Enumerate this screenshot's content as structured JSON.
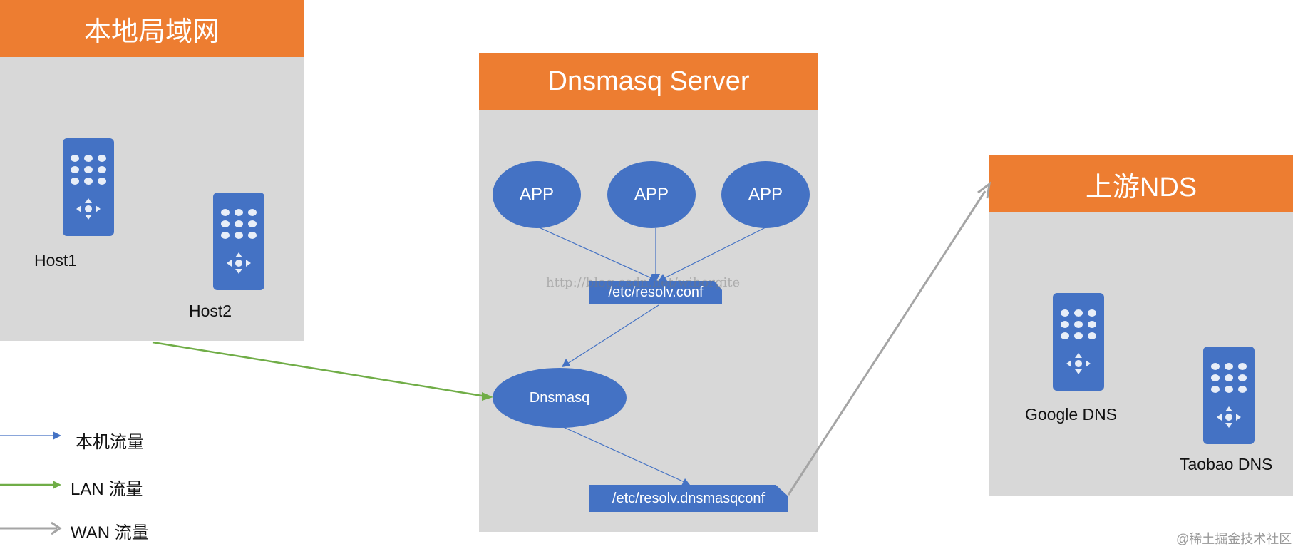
{
  "panels": {
    "lan": {
      "title": "本地局域网",
      "hosts": [
        "Host1",
        "Host2"
      ]
    },
    "dnsmasq": {
      "title": "Dnsmasq Server",
      "apps": [
        "APP",
        "APP",
        "APP"
      ],
      "resolv_file": "/etc/resolv.conf",
      "dnsmasq_node": "Dnsmasq",
      "dnsmasq_file": "/etc/resolv.dnsmasqconf",
      "watermark": "http://blog.csdn.net/wiborgite"
    },
    "upstream": {
      "title": "上游NDS",
      "servers": [
        "Google DNS",
        "Taobao DNS"
      ]
    }
  },
  "legend": [
    {
      "label": "本机流量",
      "color": "#4472c4"
    },
    {
      "label": "LAN 流量",
      "color": "#70ad47"
    },
    {
      "label": "WAN 流量",
      "color": "#a5a5a5"
    }
  ],
  "colors": {
    "header": "#ed7d31",
    "node": "#4472c4",
    "panel": "#d8d8d8"
  },
  "corner_mark": "@稀土掘金技术社区"
}
